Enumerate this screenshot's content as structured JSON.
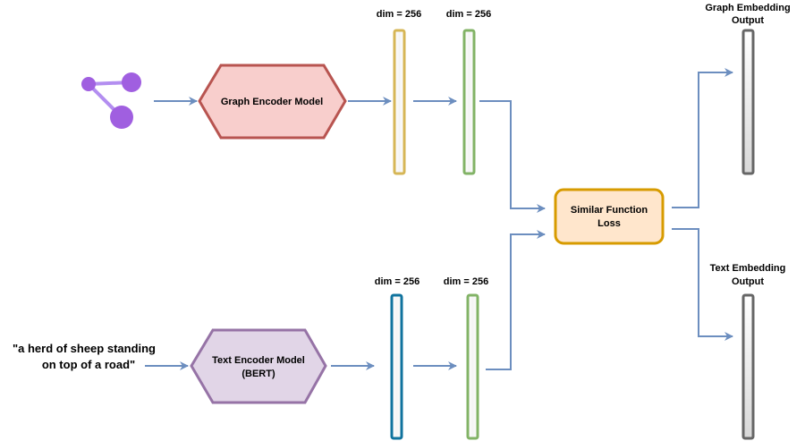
{
  "graph_branch": {
    "icon": "graph-icon",
    "encoder_label": "Graph Encoder Model",
    "dim_labels": [
      "dim = 256",
      "dim = 256"
    ],
    "colors": {
      "encoder_fill": "#f8cecc",
      "encoder_stroke": "#b85450",
      "bar1": "#d6b656",
      "bar2": "#82b366"
    }
  },
  "text_branch": {
    "input_text_line1": "\"a herd of sheep standing",
    "input_text_line2": "on top of a road\"",
    "encoder_label_line1": "Text Encoder Model",
    "encoder_label_line2": "(BERT)",
    "dim_labels": [
      "dim = 256",
      "dim = 256"
    ],
    "colors": {
      "encoder_fill": "#e1d5e7",
      "encoder_stroke": "#9673a6",
      "bar1": "#10739e",
      "bar2": "#82b366"
    }
  },
  "loss_node": {
    "label_line1": "Similar Function",
    "label_line2": "Loss",
    "colors": {
      "fill": "#ffe6cc",
      "stroke": "#d79b00"
    }
  },
  "outputs": {
    "graph_output_line1": "Graph Embedding",
    "graph_output_line2": "Output",
    "text_output_line1": "Text Embedding",
    "text_output_line2": "Output",
    "colors": {
      "bar": "#666666"
    }
  },
  "edge_color": "#6c8ebf",
  "graph_icon_color": "#a05fe0"
}
